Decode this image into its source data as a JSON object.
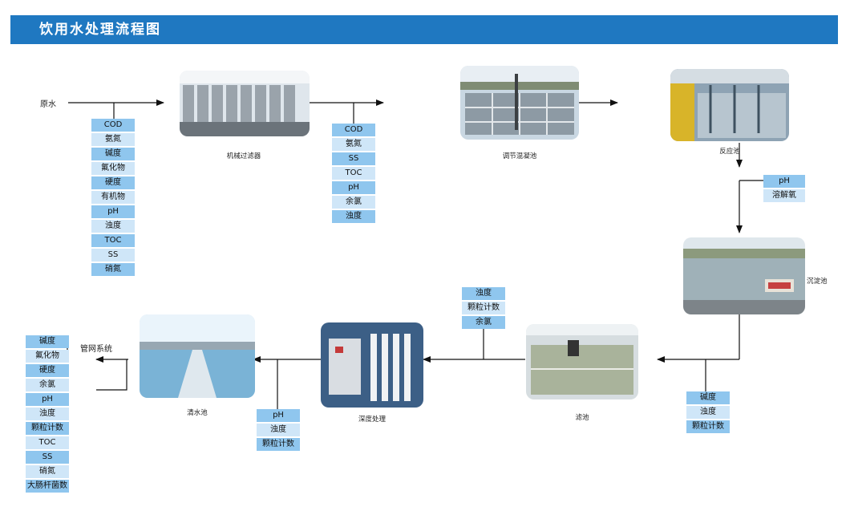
{
  "header": {
    "title": "饮用水处理流程图"
  },
  "colors": {
    "header_bg": "#1f78c1",
    "param_odd": "#8fc6ee",
    "param_even": "#cfe6f8",
    "line": "#111111"
  },
  "flow": {
    "source_label": "原水",
    "outlet_label": "管网系统",
    "stages": [
      {
        "name": "机械过滤器"
      },
      {
        "name": "调节混凝池"
      },
      {
        "name": "反应池"
      },
      {
        "name": "沉淀池"
      },
      {
        "name": "滤池"
      },
      {
        "name": "深度处理"
      },
      {
        "name": "清水池"
      }
    ],
    "parameter_groups": {
      "raw_water": [
        "COD",
        "氨氮",
        "碱度",
        "氟化物",
        "硬度",
        "有机物",
        "pH",
        "浊度",
        "TOC",
        "SS",
        "硝氮"
      ],
      "after_filter": [
        "COD",
        "氨氮",
        "SS",
        "TOC",
        "pH",
        "余氯",
        "浊度"
      ],
      "after_reaction": [
        "pH",
        "溶解氧"
      ],
      "after_sedimentation": [
        "碱度",
        "浊度",
        "颗粒计数"
      ],
      "after_filter_tank": [
        "浊度",
        "颗粒计数",
        "余氯"
      ],
      "after_deep": [
        "pH",
        "浊度",
        "颗粒计数"
      ],
      "outlet": [
        "碱度",
        "氟化物",
        "硬度",
        "余氯",
        "pH",
        "浊度",
        "颗粒计数",
        "TOC",
        "SS",
        "硝氮",
        "大肠杆菌数"
      ]
    }
  }
}
